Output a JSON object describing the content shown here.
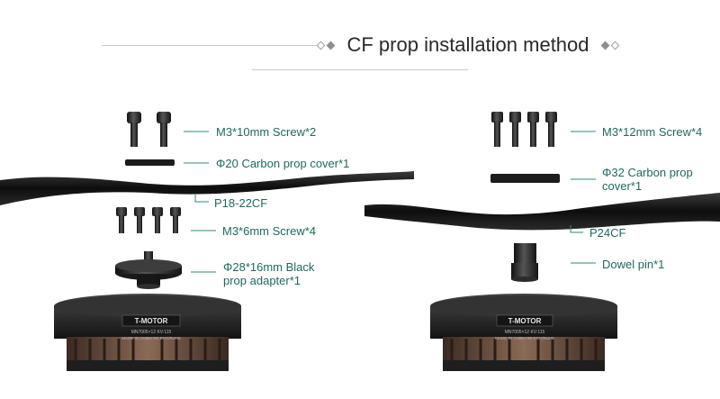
{
  "title": "CF prop installation method",
  "left": {
    "labels": {
      "screw_top": "M3*10mm Screw*2",
      "cover": "Φ20 Carbon prop cover*1",
      "prop": "P18-22CF",
      "screw_bottom": "M3*6mm Screw*4",
      "adapter": "Φ28*16mm Black prop adapter*1"
    },
    "motor": {
      "brand": "T-MOTOR",
      "model": "MN7005×12  KV:115",
      "origin": "MADE IN CHINA  RE:ECO/RoHS"
    }
  },
  "right": {
    "labels": {
      "screw_top": "M3*12mm Screw*4",
      "cover": "Φ32 Carbon prop cover*1",
      "prop": "P24CF",
      "dowel": "Dowel pin*1"
    },
    "motor": {
      "brand": "T-MOTOR",
      "model": "MN7005×12  KV:115",
      "origin": "MADE IN CHINA  RE:ECO/RoHS"
    }
  },
  "colors": {
    "label_text": "#1d6a5e",
    "leader_line": "#2e8b76",
    "part_dark": "#1c1c1c",
    "motor_base": "#2b2b2b",
    "copper": "#7a5a48"
  }
}
